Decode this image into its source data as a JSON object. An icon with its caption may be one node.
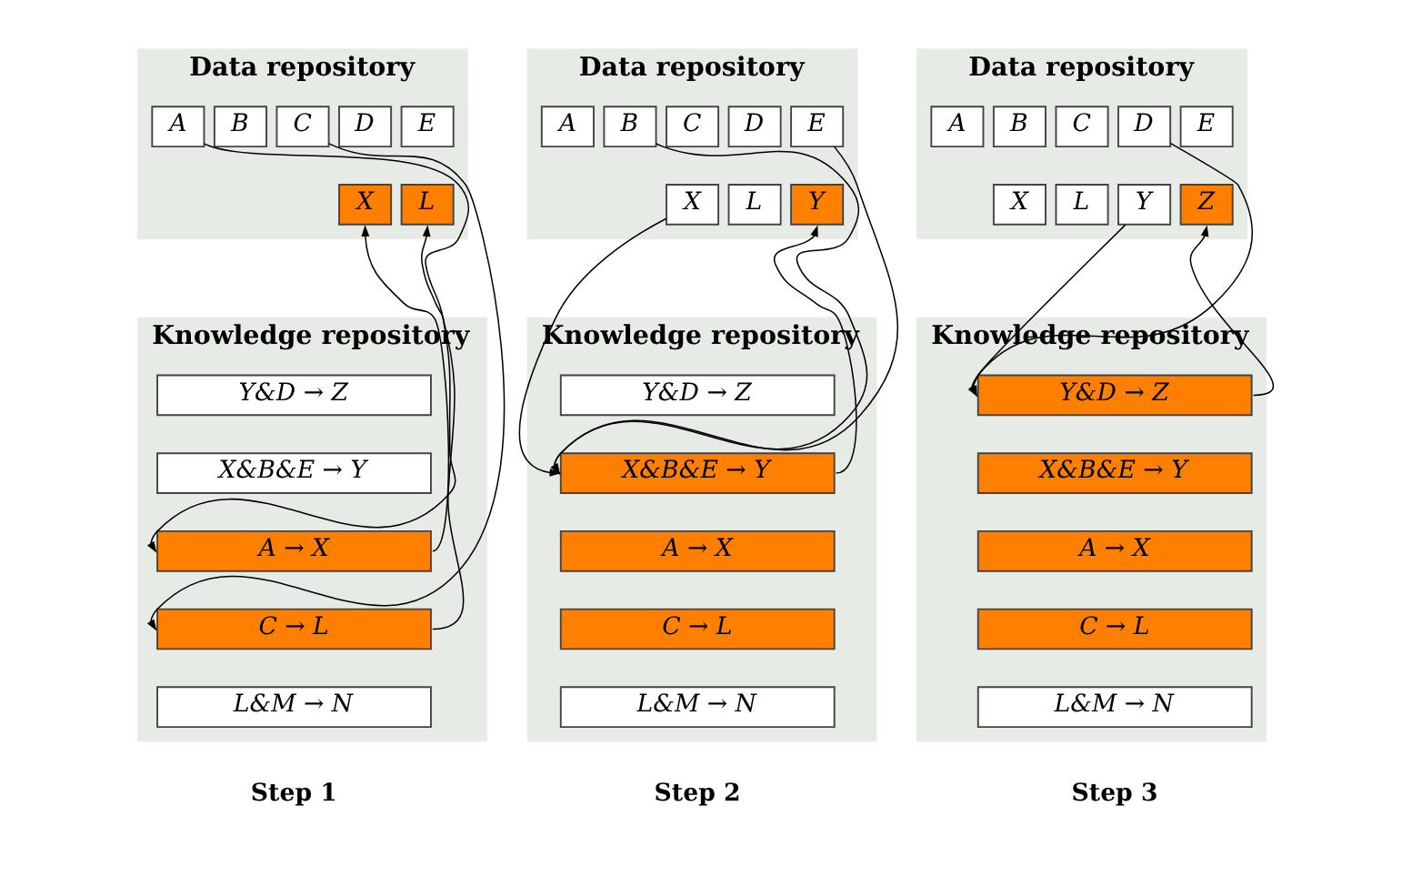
{
  "diagram": {
    "nodes": [
      {
        "text": [
          "Data repository"
        ]
      },
      {
        "text": [
          "A"
        ],
        "in": 0
      },
      {
        "text": [
          "B"
        ],
        "in": 0
      },
      {
        "text": [
          "C"
        ],
        "in": 0
      },
      {
        "text": [
          "D"
        ],
        "in": 0
      },
      {
        "text": [
          "E"
        ],
        "in": 0
      },
      {
        "text": [
          "X"
        ],
        "in": 0
      },
      {
        "text": [
          "L"
        ],
        "in": 0
      },
      {
        "text": [
          "Knowledge repository"
        ]
      },
      {
        "text": [
          "Y&D → Z"
        ],
        "in": 8
      },
      {
        "text": [
          "X&B&E → Y"
        ],
        "in": 8
      },
      {
        "text": [
          "A → X"
        ],
        "in": 8
      },
      {
        "text": [
          "C → L"
        ],
        "in": 8
      },
      {
        "text": [
          "L&M → N"
        ],
        "in": 8
      },
      {
        "text": [
          "Data repository"
        ]
      },
      {
        "text": [
          "A"
        ],
        "in": 14
      },
      {
        "text": [
          "B"
        ],
        "in": 14
      },
      {
        "text": [
          "C"
        ],
        "in": 14
      },
      {
        "text": [
          "D"
        ],
        "in": 14
      },
      {
        "text": [
          "E"
        ],
        "in": 14
      },
      {
        "text": [
          "X"
        ],
        "in": 14
      },
      {
        "text": [
          "L"
        ],
        "in": 14
      },
      {
        "text": [
          "Y"
        ],
        "in": 14
      },
      {
        "text": [
          "Knowledge repository"
        ]
      },
      {
        "text": [
          "Y&D → Z"
        ],
        "in": 23
      },
      {
        "text": [
          "X&B&E → Y"
        ],
        "in": 23
      },
      {
        "text": [
          "A → X"
        ],
        "in": 23
      },
      {
        "text": [
          "C → L"
        ],
        "in": 23
      },
      {
        "text": [
          "L&M → N"
        ],
        "in": 23
      },
      {
        "text": [
          "Data repository"
        ]
      },
      {
        "text": [
          "A"
        ],
        "in": 29
      },
      {
        "text": [
          "B"
        ],
        "in": 29
      },
      {
        "text": [
          "C"
        ],
        "in": 29
      },
      {
        "text": [
          "D"
        ],
        "in": 29
      },
      {
        "text": [
          "E"
        ],
        "in": 29
      },
      {
        "text": [
          "X"
        ],
        "in": 29
      },
      {
        "text": [
          "L"
        ],
        "in": 29
      },
      {
        "text": [
          "Y"
        ],
        "in": 29
      },
      {
        "text": [
          "Z"
        ],
        "in": 29
      },
      {
        "text": [
          "Knowledge repository"
        ]
      },
      {
        "text": [
          "Y&D → Z"
        ],
        "in": 39
      },
      {
        "text": [
          "X&B&E → Y"
        ],
        "in": 39
      },
      {
        "text": [
          "A → X"
        ],
        "in": 39
      },
      {
        "text": [
          "C → L"
        ],
        "in": 39
      },
      {
        "text": [
          "L&M → N"
        ],
        "in": 39
      }
    ],
    "edges": [
      {
        "from": 1,
        "to": 11,
        "arrow": "to"
      },
      {
        "from": 3,
        "to": 12,
        "arrow": "to"
      },
      {
        "from": 11,
        "to": 6,
        "arrow": "to"
      },
      {
        "from": 12,
        "to": 7,
        "arrow": "to"
      },
      {
        "from": 16,
        "to": 25,
        "arrow": "to"
      },
      {
        "from": 19,
        "to": 25,
        "arrow": "to"
      },
      {
        "from": 20,
        "to": 25,
        "arrow": "to"
      },
      {
        "from": 25,
        "to": 22,
        "arrow": "to"
      },
      {
        "from": 33,
        "to": 40,
        "arrow": "to"
      },
      {
        "from": 37,
        "to": 40,
        "arrow": "to"
      },
      {
        "from": 40,
        "to": 38,
        "arrow": "to"
      }
    ],
    "labels": [
      "Step 1",
      "Step 2",
      "Step 3"
    ]
  }
}
